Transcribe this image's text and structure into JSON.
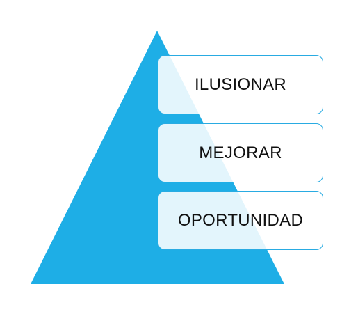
{
  "diagram": {
    "type": "pyramid-list",
    "colors": {
      "pyramid_fill": "#1eaee6",
      "box_border": "#29abe2",
      "box_fill": "#ffffff",
      "text": "#111111"
    },
    "levels": [
      {
        "label": "ILUSIONAR"
      },
      {
        "label": "MEJORAR"
      },
      {
        "label": "OPORTUNIDAD"
      }
    ]
  }
}
